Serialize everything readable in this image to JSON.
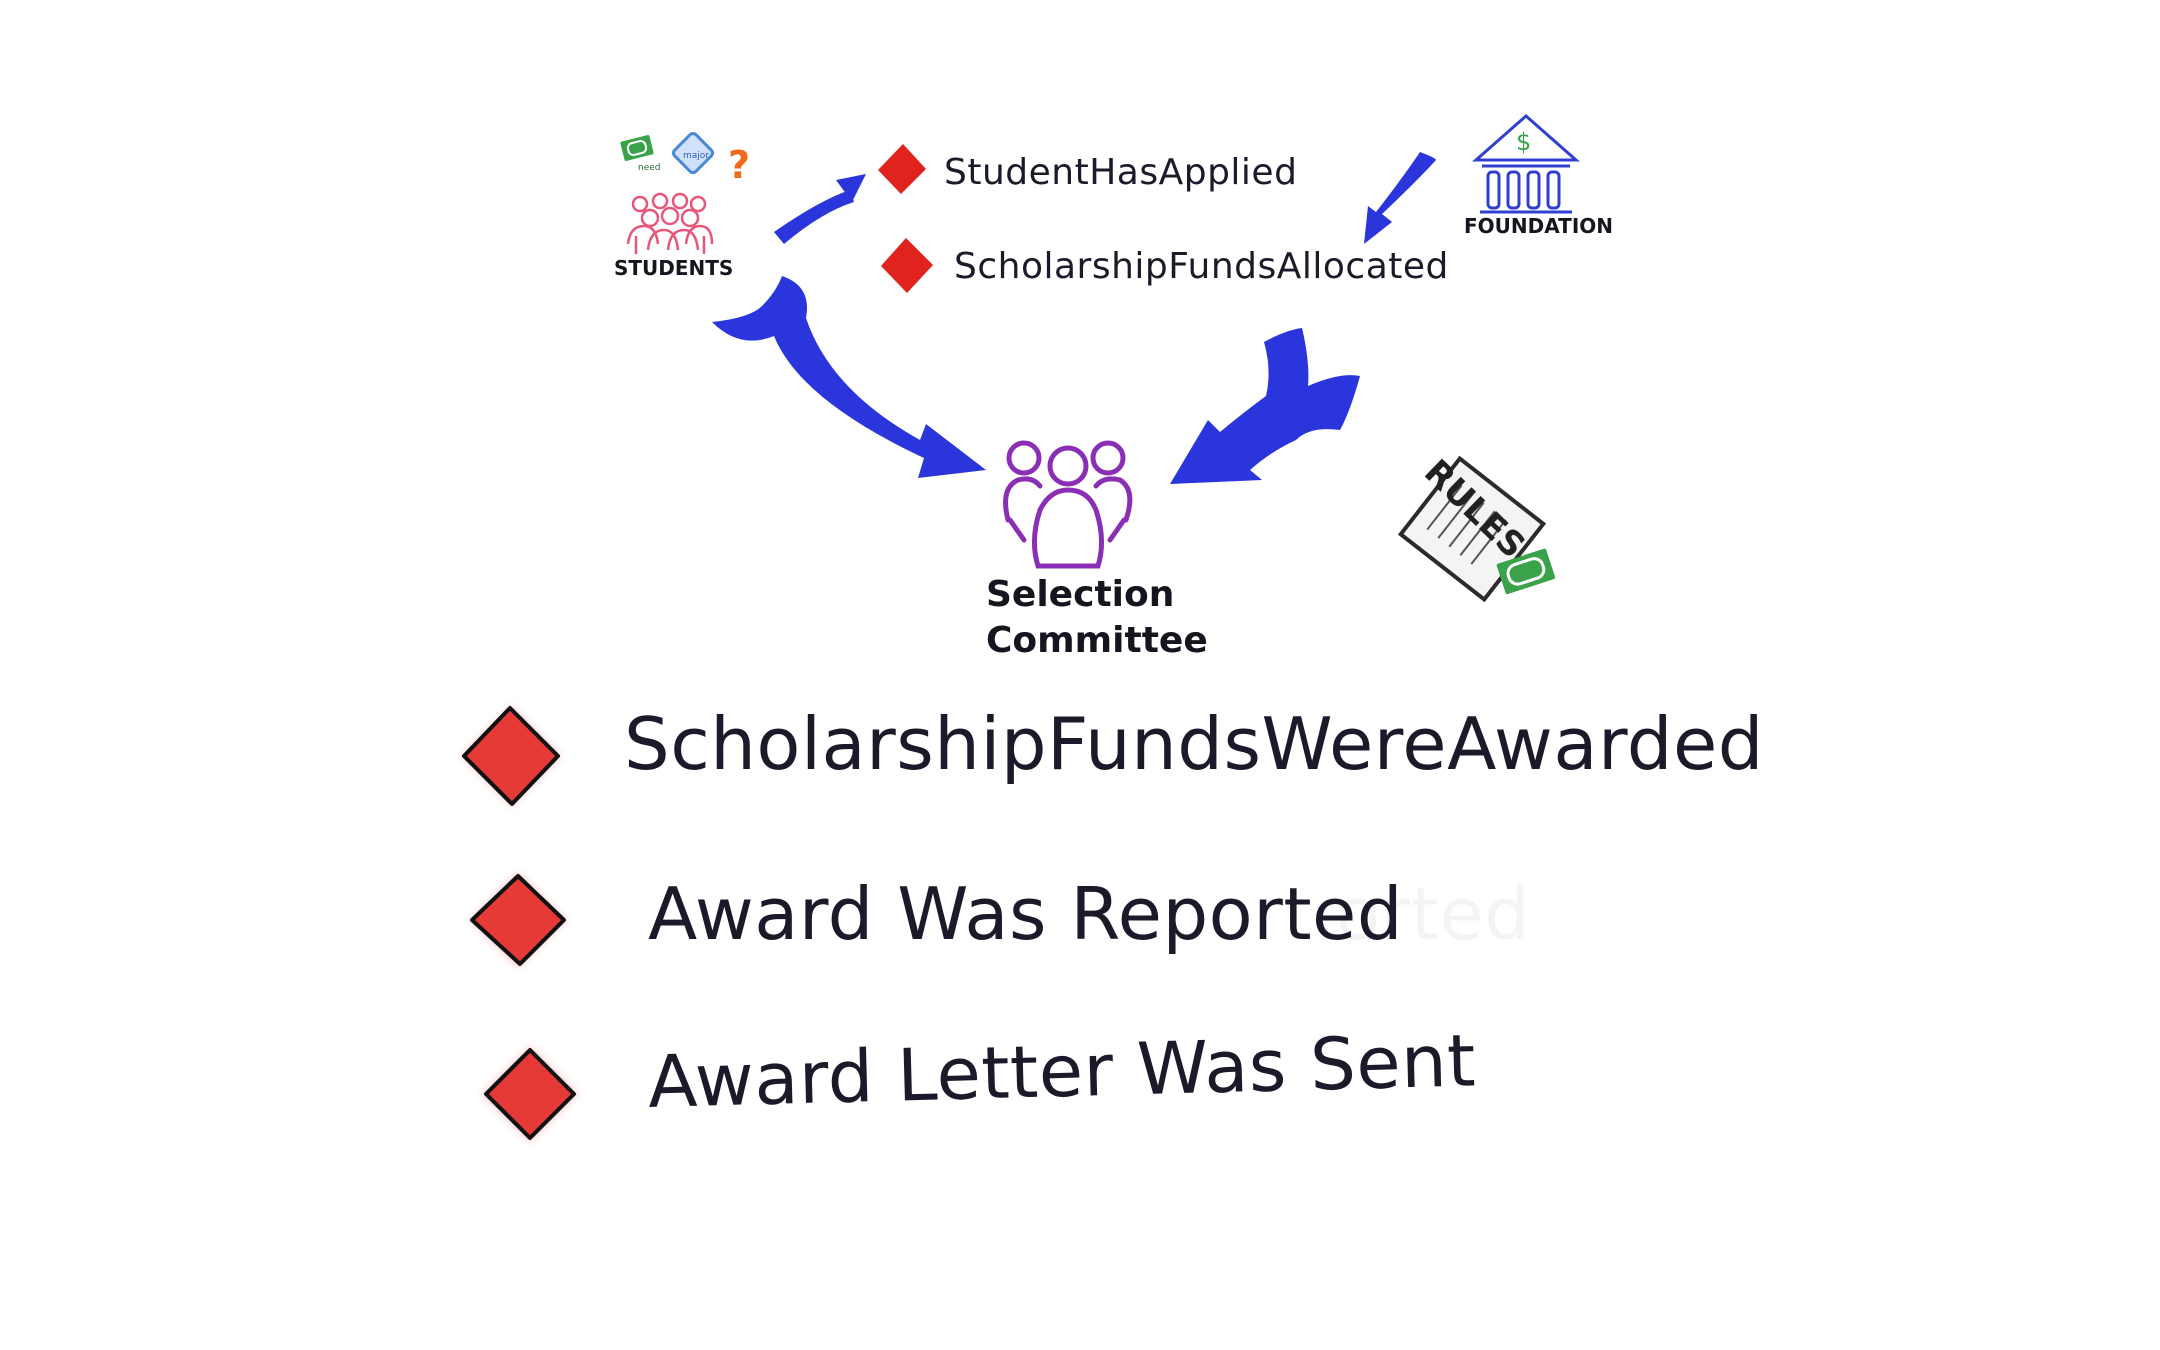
{
  "actors": {
    "students": "STUDENTS",
    "foundation": "FOUNDATION",
    "committee_line1": "Selection",
    "committee_line2": "Committee",
    "rules": "RULES"
  },
  "student_icons": {
    "need": "need",
    "major": "major",
    "question": "?"
  },
  "foundation_symbol": "$",
  "input_events": [
    "StudentHasApplied",
    "ScholarshipFundsAllocated"
  ],
  "output_events": [
    "ScholarshipFundsWereAwarded",
    "Award Was Reported",
    "Award Letter Was Sent"
  ],
  "ghost_text": "orted",
  "colors": {
    "arrow": "#2b35dc",
    "event": "#e0231e",
    "students": "#e8567a",
    "foundation": "#2f3fd0",
    "committee": "#8a2fb5",
    "money": "#3aa34a",
    "major": "#4a88d8",
    "question": "#ef6a1a"
  }
}
